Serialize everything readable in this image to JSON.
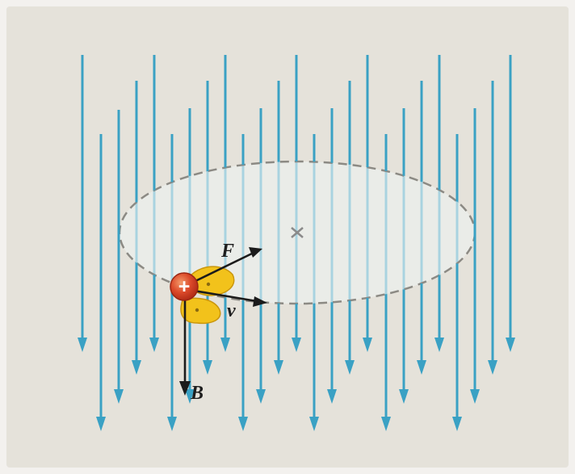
{
  "figure": {
    "colors": {
      "field_lines": "#3aa1c4",
      "background": "#e5e2da",
      "charge": "#d23a22",
      "torque_lobes": "#f2c21b",
      "vectors": "#1b1b1b"
    },
    "charge": {
      "sign": "+",
      "icon": "positive-charge"
    },
    "center_mark": {
      "icon": "cross-icon"
    },
    "labels": {
      "force": "F",
      "velocity": "v",
      "field": "B"
    }
  }
}
